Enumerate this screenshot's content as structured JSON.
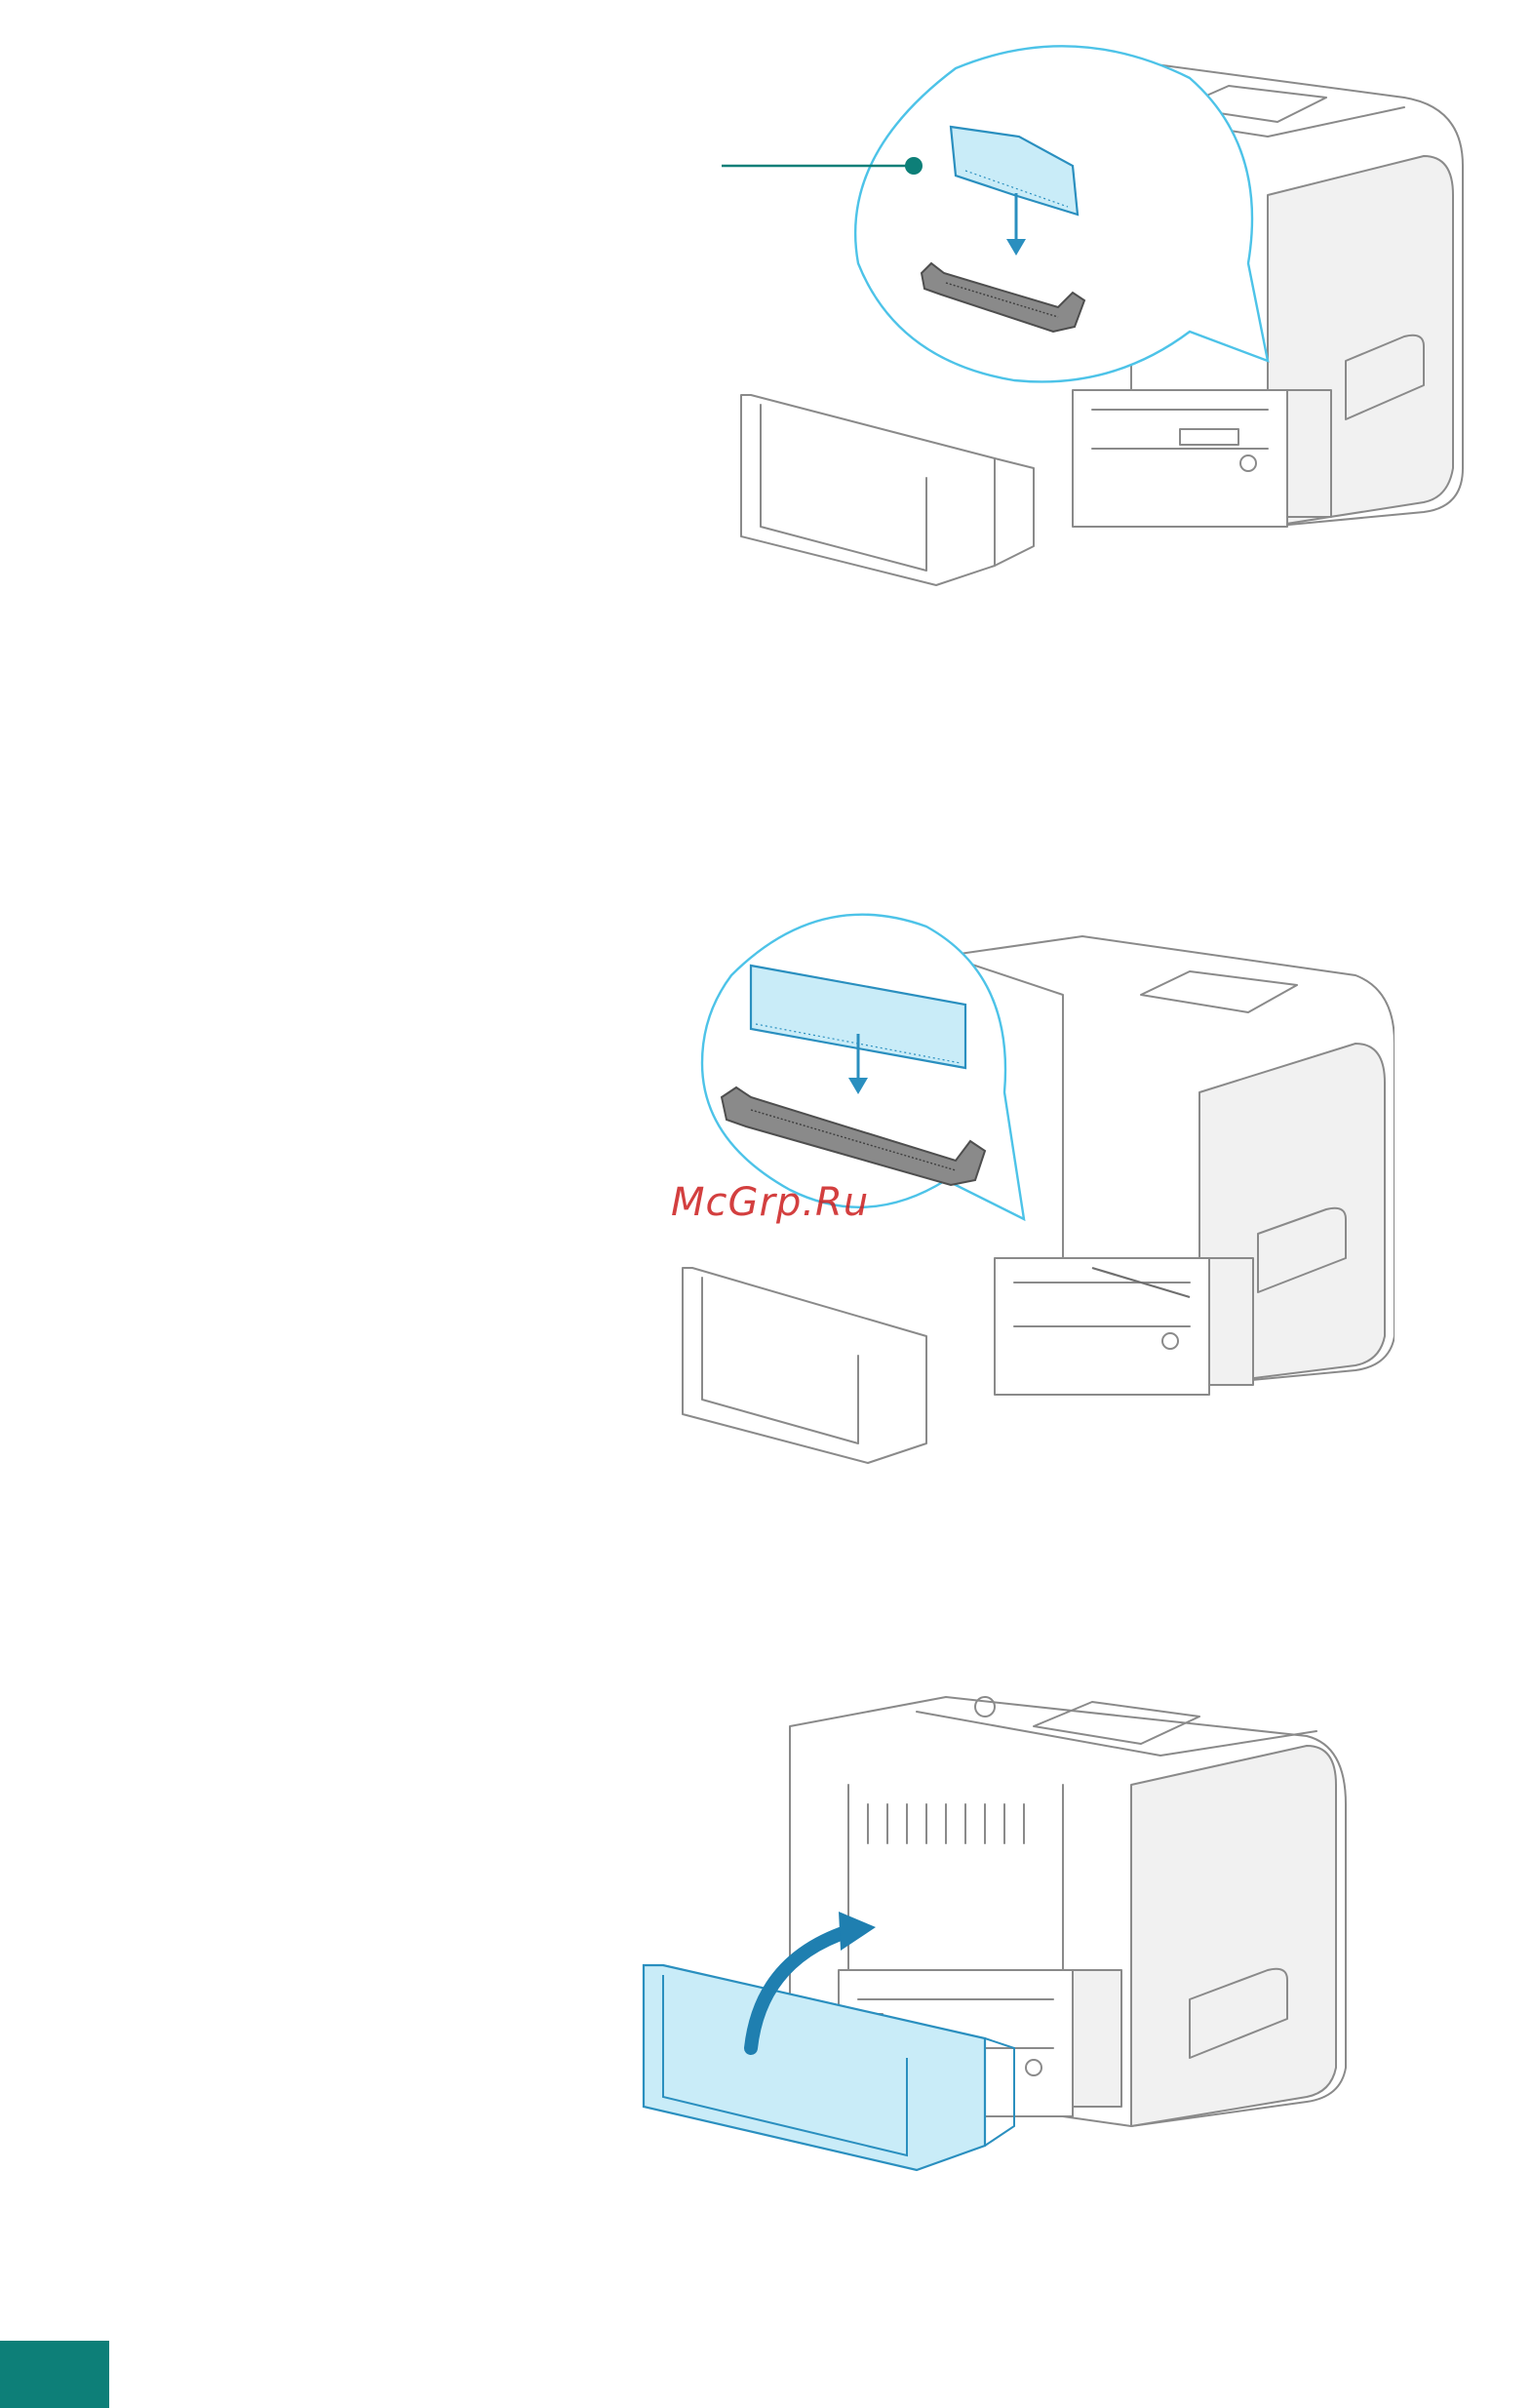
{
  "watermark": {
    "text": "McGrp.Ru",
    "color": "#cc1e1e"
  },
  "colors": {
    "accent_teal": "#0d7f78",
    "highlight_blue": "#c9ecf8",
    "highlight_stroke": "#2a8fbf",
    "line_gray": "#8a8a8a"
  },
  "figures": [
    {
      "name": "memory-module-insertion-callout",
      "icons": [
        "dimm-module-icon",
        "memory-slot-icon",
        "arrow-down-icon",
        "leader-dot-icon"
      ]
    },
    {
      "name": "memory-module-seated",
      "icons": [
        "dimm-module-icon",
        "memory-slot-icon",
        "arrow-down-icon"
      ]
    },
    {
      "name": "control-board-cover-closing",
      "icons": [
        "board-cover-icon",
        "curved-arrow-icon"
      ]
    }
  ]
}
